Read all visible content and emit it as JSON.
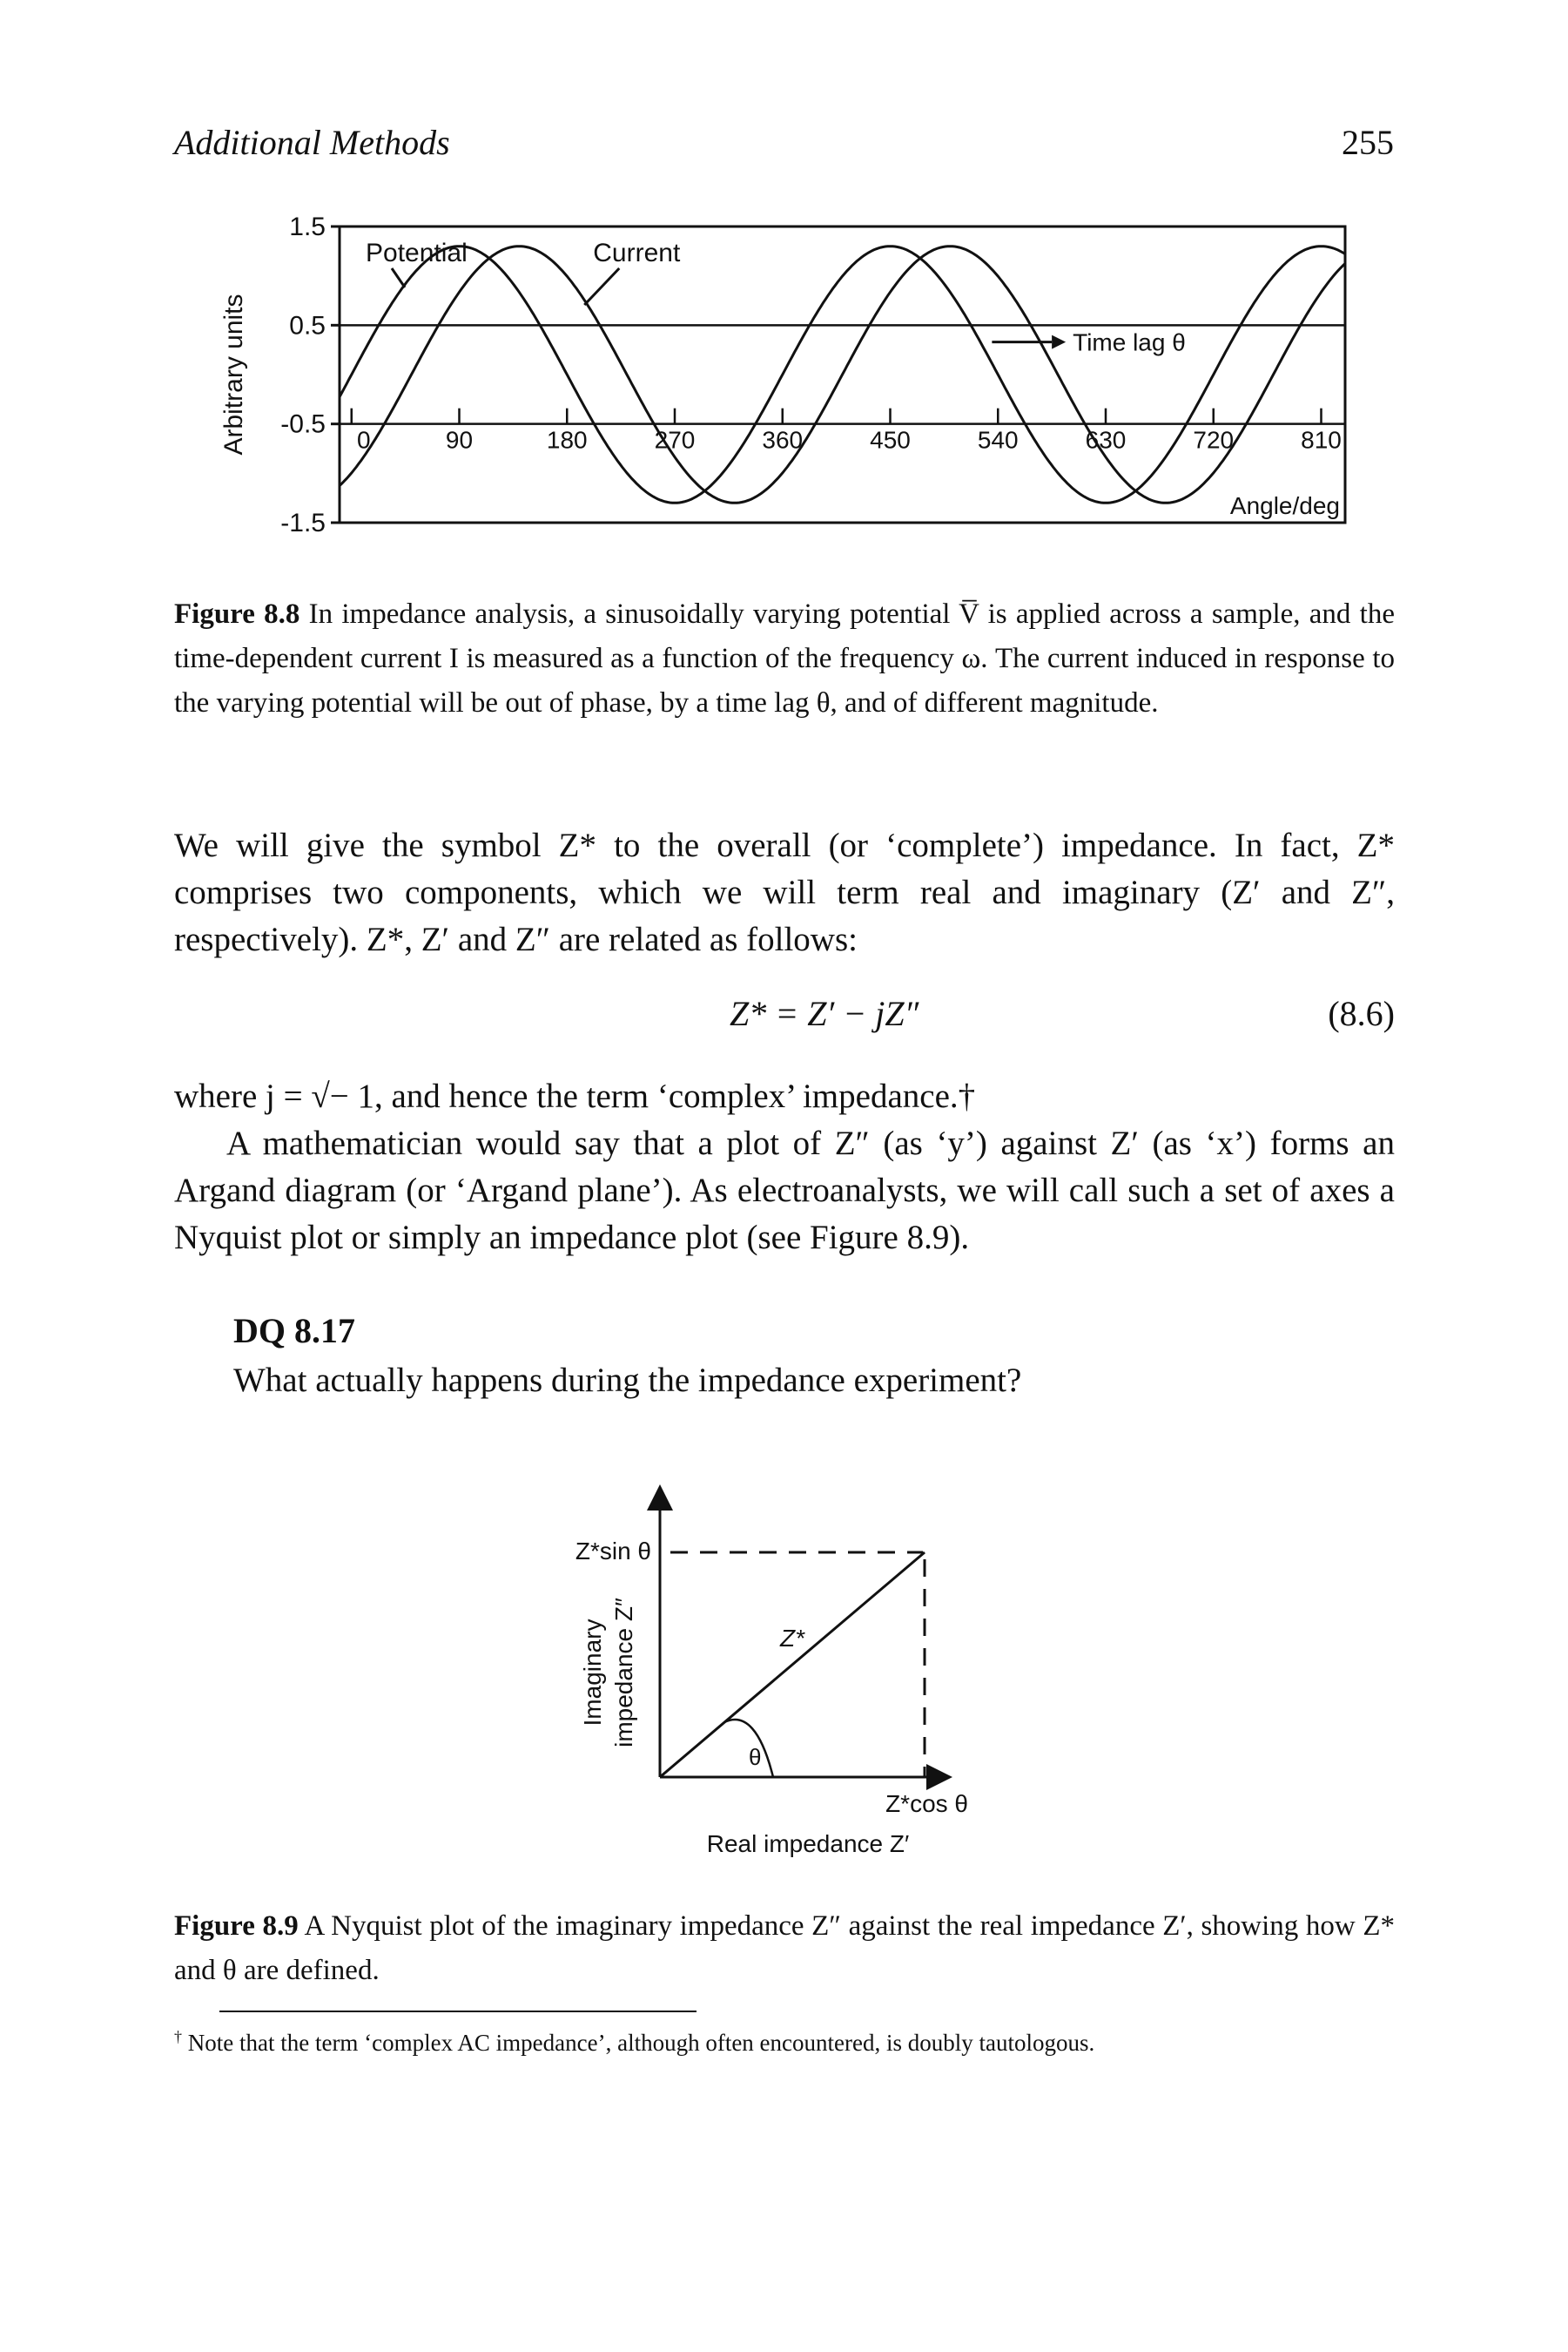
{
  "header": {
    "title": "Additional Methods",
    "page_number": "255"
  },
  "figure_8_8": {
    "chart_data": {
      "type": "line",
      "ylabel": "Arbitrary units",
      "xlabel": "Angle/deg",
      "ylim": [
        -1.5,
        1.5
      ],
      "xlim": [
        -10,
        830
      ],
      "y_ticks": [
        "1.5",
        "0.5",
        "-0.5",
        "-1.5"
      ],
      "x_ticks": [
        "0",
        "90",
        "180",
        "270",
        "360",
        "450",
        "540",
        "630",
        "720",
        "810"
      ],
      "series": [
        {
          "name": "Potential",
          "amplitude": 1.3,
          "phase_deg": 0
        },
        {
          "name": "Current",
          "amplitude": 1.3,
          "phase_deg": 50
        }
      ],
      "annotations": [
        "Time lag θ"
      ],
      "grid": false
    },
    "caption_label": "Figure 8.8",
    "caption_text": "In impedance analysis, a sinusoidally varying potential V̅ is applied across a sample, and the time-dependent current I is measured as a function of the frequency ω. The current induced in response to the varying potential will be out of phase, by a time lag θ, and of different magnitude."
  },
  "body": {
    "para1": "We will give the symbol Z* to the overall (or ‘complete’) impedance. In fact, Z* comprises two components, which we will term real and imaginary (Z′ and Z″, respectively). Z*, Z′ and Z″ are related as follows:",
    "equation": "Z* = Z′ − jZ″",
    "equation_number": "(8.6)",
    "para2": "where j = √− 1, and hence the term ‘complex’ impedance.†",
    "para3": "A mathematician would say that a plot of Z″ (as ‘y’) against Z′ (as ‘x’) forms an Argand diagram (or ‘Argand plane’). As electroanalysts, we will call such a set of axes a Nyquist plot or simply an impedance plot (see Figure 8.9)."
  },
  "dq": {
    "title": "DQ 8.17",
    "question": "What actually happens during the impedance experiment?"
  },
  "figure_8_9": {
    "labels": {
      "y_axis": [
        "Imaginary",
        "impedance Z″"
      ],
      "x_axis": "Real impedance Z′",
      "y_mark": "Z*sin θ",
      "x_mark": "Z*cos θ",
      "vector": "Z*",
      "angle": "θ"
    },
    "caption_label": "Figure 8.9",
    "caption_text": "A Nyquist plot of the imaginary impedance Z″ against the real impedance Z′, showing how Z* and θ are defined."
  },
  "footnote": "Note that the term ‘complex AC impedance’, although often encountered, is doubly tautologous."
}
